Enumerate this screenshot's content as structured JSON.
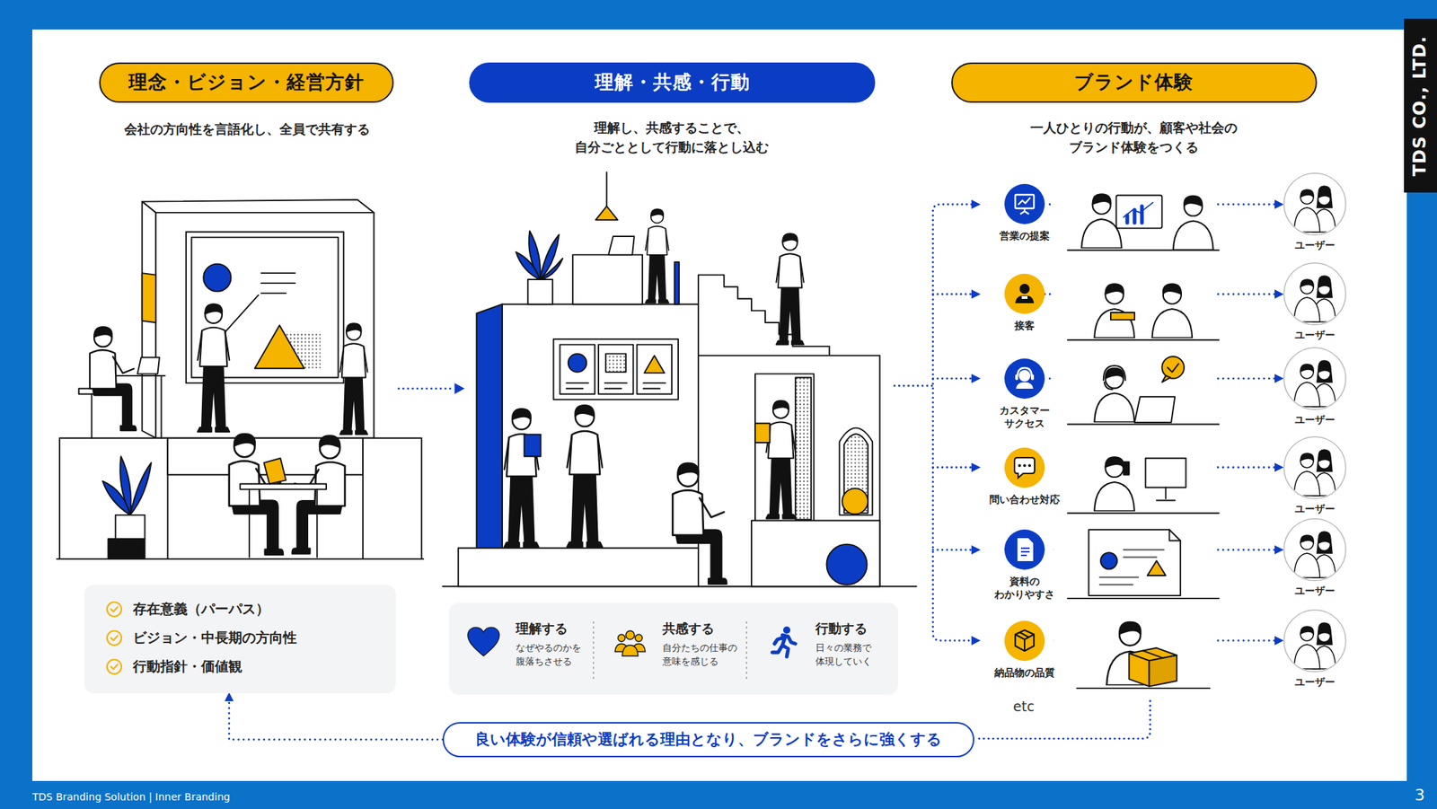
{
  "diagram": {
    "nodes": [
      {
        "text": [
          "理念・ビジョン・経営方針"
        ]
      },
      {
        "text": [
          "理解・共感・行動"
        ]
      },
      {
        "text": [
          "ブランド体験"
        ]
      },
      {
        "text": [
          "存在意義（パーパス）",
          "ビジョン・中長期の方向性",
          "行動指針・価値観"
        ]
      },
      {
        "text": [
          "理解する",
          "なぜやるのかを 腹落ちさせる",
          "共感する",
          "自分たちの仕事の 意味を感じる",
          "行動する",
          "日々の業務で 体現していく"
        ]
      },
      {
        "text": [
          "営業の提案"
        ]
      },
      {
        "text": [
          "ユーザー"
        ]
      },
      {
        "text": [
          "接客"
        ]
      },
      {
        "text": [
          "ユーザー"
        ]
      },
      {
        "text": [
          "カスタマー サクセス"
        ]
      },
      {
        "text": [
          "ユーザー"
        ]
      },
      {
        "text": [
          "問い合わせ対応"
        ]
      },
      {
        "text": [
          "ユーザー"
        ]
      },
      {
        "text": [
          "資料の わかりやすさ"
        ]
      },
      {
        "text": [
          "ユーザー"
        ]
      },
      {
        "text": [
          "納品物の品質"
        ]
      },
      {
        "text": [
          "ユーザー"
        ]
      },
      {
        "text": [
          "良い体験が信頼や選ばれる理由となり、ブランドをさらに強くする"
        ]
      }
    ],
    "edges": [
      {
        "from": 5,
        "to": 6,
        "arrow": "to"
      },
      {
        "from": 7,
        "to": 8,
        "arrow": "to"
      },
      {
        "from": 9,
        "to": 10,
        "arrow": "to"
      },
      {
        "from": 11,
        "to": 12,
        "arrow": "to"
      },
      {
        "from": 13,
        "to": 14,
        "arrow": "to"
      },
      {
        "from": 15,
        "to": 16,
        "arrow": "to"
      },
      {
        "from": 17,
        "to": 3,
        "arrow": "to"
      }
    ],
    "labels": [
      "会社の方向性を言語化し、全員で共有する",
      "理解し、共感することで、 自分ごととして行動に落とし込む",
      "一人ひとりの行動が、顧客や社会の ブランド体験をつくる",
      "etc",
      "TDS CO., LTD.",
      "TDS Branding Solution | Inner Branding",
      "3"
    ]
  }
}
